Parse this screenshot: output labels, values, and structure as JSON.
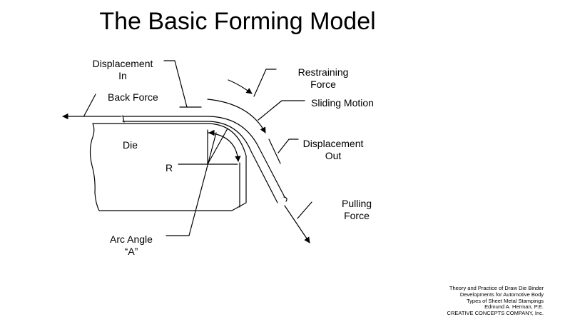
{
  "title": "The Basic Forming Model",
  "labels": {
    "displacement_in": [
      "Displacement",
      "In"
    ],
    "back_force": "Back Force",
    "restraining_force": [
      "Restraining",
      "Force"
    ],
    "sliding_motion": "Sliding Motion",
    "die": "Die",
    "radius": "R",
    "displacement_out": [
      "Displacement",
      "Out"
    ],
    "pulling_force": [
      "Pulling",
      "Force"
    ],
    "arc_angle": [
      "Arc Angle",
      "“A”"
    ]
  },
  "footer": [
    "Theory and Practice of Draw Die Binder",
    "Developments for Automotive Body",
    "Types of Sheet Metal Stampings",
    "Edmund A. Herman, P.E.",
    "CREATIVE CONCEPTS COMPANY, Inc."
  ]
}
